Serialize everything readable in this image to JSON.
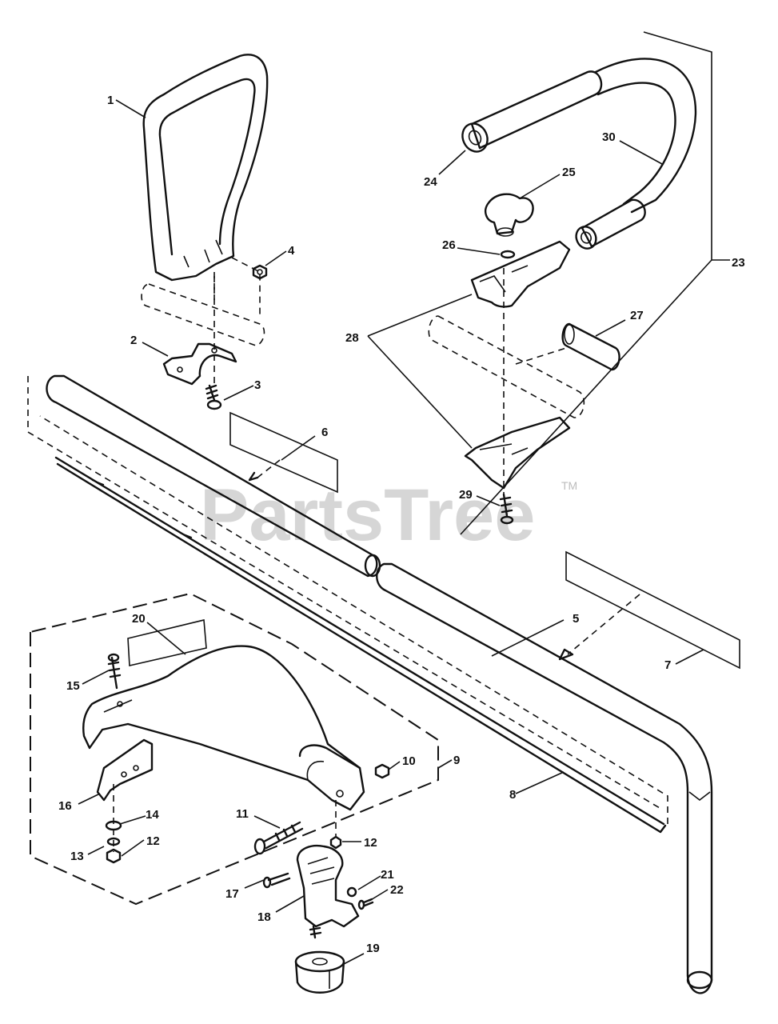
{
  "watermark": {
    "text": "PartsTree",
    "trademark": "TM"
  },
  "callouts": {
    "c1": "1",
    "c2": "2",
    "c3": "3",
    "c4": "4",
    "c5": "5",
    "c6": "6",
    "c7": "7",
    "c8": "8",
    "c9": "9",
    "c10": "10",
    "c11": "11",
    "c12a": "12",
    "c12b": "12",
    "c13": "13",
    "c14": "14",
    "c15": "15",
    "c16": "16",
    "c17": "17",
    "c18": "18",
    "c19": "19",
    "c20": "20",
    "c21": "21",
    "c22": "22",
    "c23": "23",
    "c24": "24",
    "c25": "25",
    "c26": "26",
    "c27": "27",
    "c28": "28",
    "c29": "29",
    "c30": "30"
  }
}
